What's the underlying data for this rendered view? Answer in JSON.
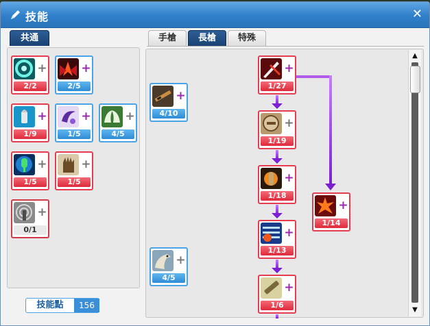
{
  "window": {
    "title": "技能",
    "close_glyph": "✕"
  },
  "left": {
    "tab_label": "共通"
  },
  "tabs": [
    {
      "label": "手槍",
      "active": false
    },
    {
      "label": "長槍",
      "active": true
    },
    {
      "label": "特殊",
      "active": false
    }
  ],
  "skill_points": {
    "label": "技能點",
    "value": "156"
  },
  "common_skills": [
    {
      "level": "2/2",
      "style": "red",
      "icon": "swirl-icon",
      "plus": "grey"
    },
    {
      "level": "2/5",
      "style": "blue",
      "icon": "flame-wings-icon",
      "plus": "purple"
    },
    {
      "level": "1/9",
      "style": "red",
      "icon": "bullet-icon",
      "plus": "purple"
    },
    {
      "level": "1/5",
      "style": "blue",
      "icon": "claw-icon",
      "plus": "purple"
    },
    {
      "level": "4/5",
      "style": "blue",
      "icon": "wing-icon",
      "plus": "grey"
    },
    {
      "level": "1/5",
      "style": "red",
      "icon": "mic-icon",
      "plus": "grey"
    },
    {
      "level": "1/5",
      "style": "red",
      "icon": "glove-icon",
      "plus": "grey"
    },
    {
      "level": "0/1",
      "style": "gray",
      "icon": "signal-icon",
      "plus": "grey"
    }
  ],
  "rifle_skills": [
    {
      "level": "4/10",
      "style": "blue",
      "icon": "rifle-icon",
      "plus": "purple"
    },
    {
      "level": "4/5",
      "style": "blue",
      "icon": "eagle-icon",
      "plus": "grey"
    },
    {
      "level": "1/27",
      "style": "red",
      "icon": "slash-icon",
      "plus": "purple"
    },
    {
      "level": "1/19",
      "style": "red",
      "icon": "shield-badge-icon",
      "plus": "grey"
    },
    {
      "level": "1/18",
      "style": "red",
      "icon": "fire-shot-icon",
      "plus": "purple"
    },
    {
      "level": "1/13",
      "style": "red",
      "icon": "burst-icon",
      "plus": "purple"
    },
    {
      "level": "1/6",
      "style": "red",
      "icon": "cannon-icon",
      "plus": "purple"
    },
    {
      "level": "1/14",
      "style": "red",
      "icon": "explosion-icon",
      "plus": "purple"
    }
  ],
  "colors": {
    "accent": "#2f7fc9",
    "red": "#e53d4f",
    "blue": "#4aa3e6",
    "purple": "#9c27b0"
  }
}
